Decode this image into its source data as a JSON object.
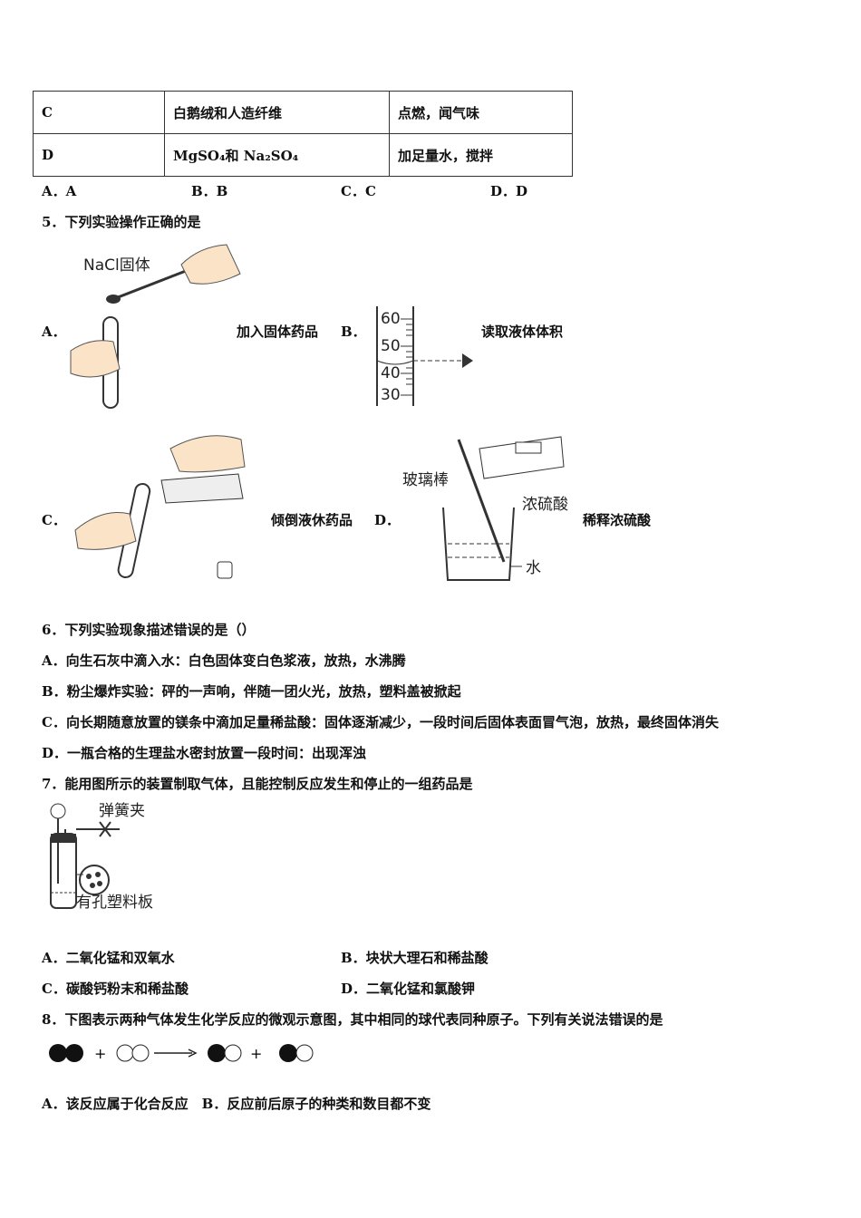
{
  "table": {
    "rows": [
      {
        "letter": "C",
        "item": "白鹅绒和人造纤维",
        "method": "点燃，闻气味"
      },
      {
        "letter": "D",
        "item": "MgSO₄和 Na₂SO₄",
        "method": "加足量水，搅拌"
      }
    ]
  },
  "q4_options": [
    "A．A",
    "B．B",
    "C．C",
    "D．D"
  ],
  "q5": {
    "stem": "5．下列实验操作正确的是",
    "A": {
      "letter": "A．",
      "caption": "加入固体药品",
      "fig_label": "NaCl固体"
    },
    "B": {
      "letter": "B．",
      "caption": "读取液体体积",
      "ticks": [
        "60",
        "50",
        "40",
        "30"
      ]
    },
    "C": {
      "letter": "C．",
      "caption": "倾倒液休药品"
    },
    "D": {
      "letter": "D．",
      "caption": "稀释浓硫酸",
      "rod": "玻璃棒",
      "acid": "浓硫酸",
      "water": "水"
    }
  },
  "q6": {
    "stem": "6．下列实验现象描述错误的是（）",
    "options": [
      "A．向生石灰中滴入水：白色固体变白色浆液，放热，水沸腾",
      "B．粉尘爆炸实验：砰的一声响，伴随一团火光，放热，塑料盖被掀起",
      "C．向长期随意放置的镁条中滴加足量稀盐酸：固体逐渐减少，一段时间后固体表面冒气泡，放热，最终固体消失",
      "D．一瓶合格的生理盐水密封放置一段时间：出现浑浊"
    ]
  },
  "q7": {
    "stem": "7．能用图所示的装置制取气体，且能控制反应发生和停止的一组药品是",
    "clamp": "弹簧夹",
    "plate": "有孔塑料板",
    "options": [
      "A．二氧化锰和双氧水",
      "B．块状大理石和稀盐酸",
      "C．碳酸钙粉末和稀盐酸",
      "D．二氧化锰和氯酸钾"
    ]
  },
  "q8": {
    "stem": "8．下图表示两种气体发生化学反应的微观示意图，其中相同的球代表同种原子。下列有关说法错误的是",
    "plus": "+",
    "options": "A．该反应属于化合反应　B．反应前后原子的种类和数目都不变"
  }
}
